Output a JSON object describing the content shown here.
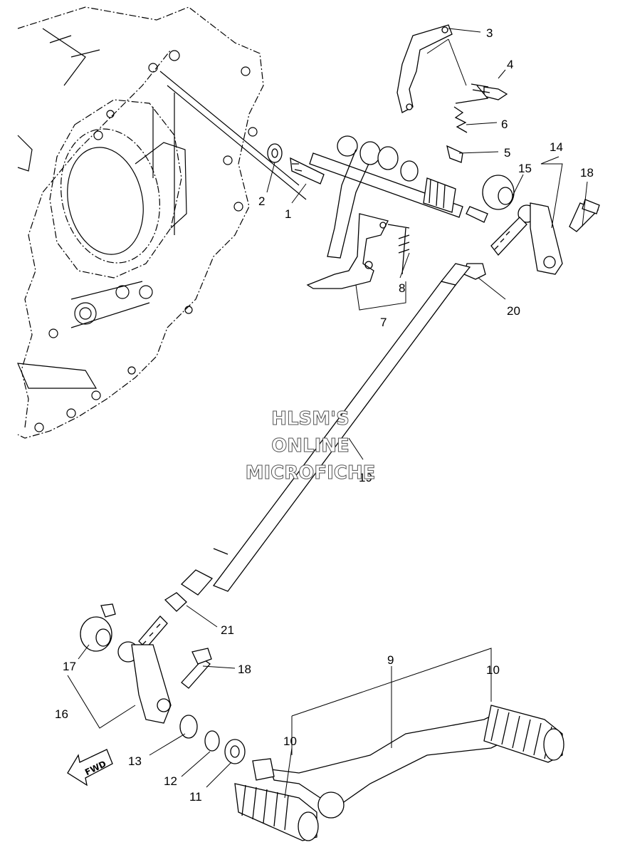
{
  "watermark": {
    "line1": "HLSM'S",
    "line2": "ONLINE",
    "line3": "MICROFICHE"
  },
  "direction_badge": "FWD",
  "callouts": {
    "p1": "1",
    "p2": "2",
    "p3": "3",
    "p4": "4",
    "p5": "5",
    "p6": "6",
    "p7": "7",
    "p8": "8",
    "p9": "9",
    "p10a": "10",
    "p10b": "10",
    "p11": "11",
    "p12": "12",
    "p13": "13",
    "p14": "14",
    "p15": "15",
    "p16": "16",
    "p17": "17",
    "p18a": "18",
    "p18b": "18",
    "p19": "19",
    "p20": "20",
    "p21": "21"
  },
  "colors": {
    "line": "#000000",
    "background": "#ffffff",
    "watermark_outline": "#555555"
  }
}
